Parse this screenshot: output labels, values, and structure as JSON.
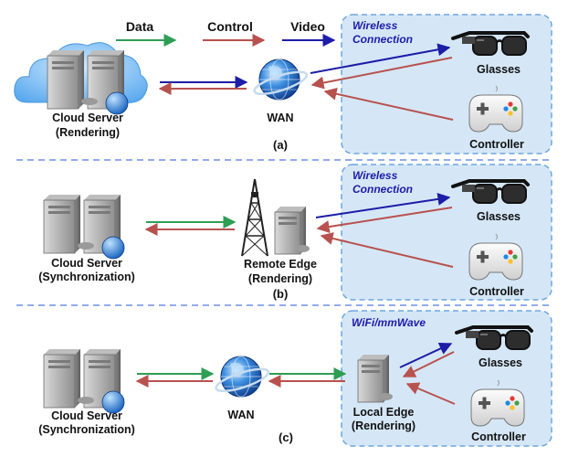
{
  "legend": {
    "data": "Data",
    "control": "Control",
    "video": "Video"
  },
  "colors": {
    "data": "#2e9e55",
    "control": "#b8524f",
    "video": "#1d1da8",
    "wireless_bg": "#d5e7f7",
    "wireless_border": "#6fa6dd"
  },
  "panel_a": {
    "cloud_server": [
      "Cloud Server",
      "(Rendering)"
    ],
    "wan": "WAN",
    "wireless": [
      "Wireless",
      "Connection"
    ],
    "glasses": "Glasses",
    "controller": "Controller",
    "label": "(a)"
  },
  "panel_b": {
    "cloud_server": [
      "Cloud Server",
      "(Synchronization)"
    ],
    "remote_edge": [
      "Remote Edge",
      "(Rendering)"
    ],
    "wireless": [
      "Wireless",
      "Connection"
    ],
    "glasses": "Glasses",
    "controller": "Controller",
    "label": "(b)"
  },
  "panel_c": {
    "cloud_server": [
      "Cloud Server",
      "(Synchronization)"
    ],
    "wan": "WAN",
    "local_edge": [
      "Local Edge",
      "(Rendering)"
    ],
    "wireless": "WiFi/mmWave",
    "glasses": "Glasses",
    "controller": "Controller",
    "label": "(c)"
  }
}
